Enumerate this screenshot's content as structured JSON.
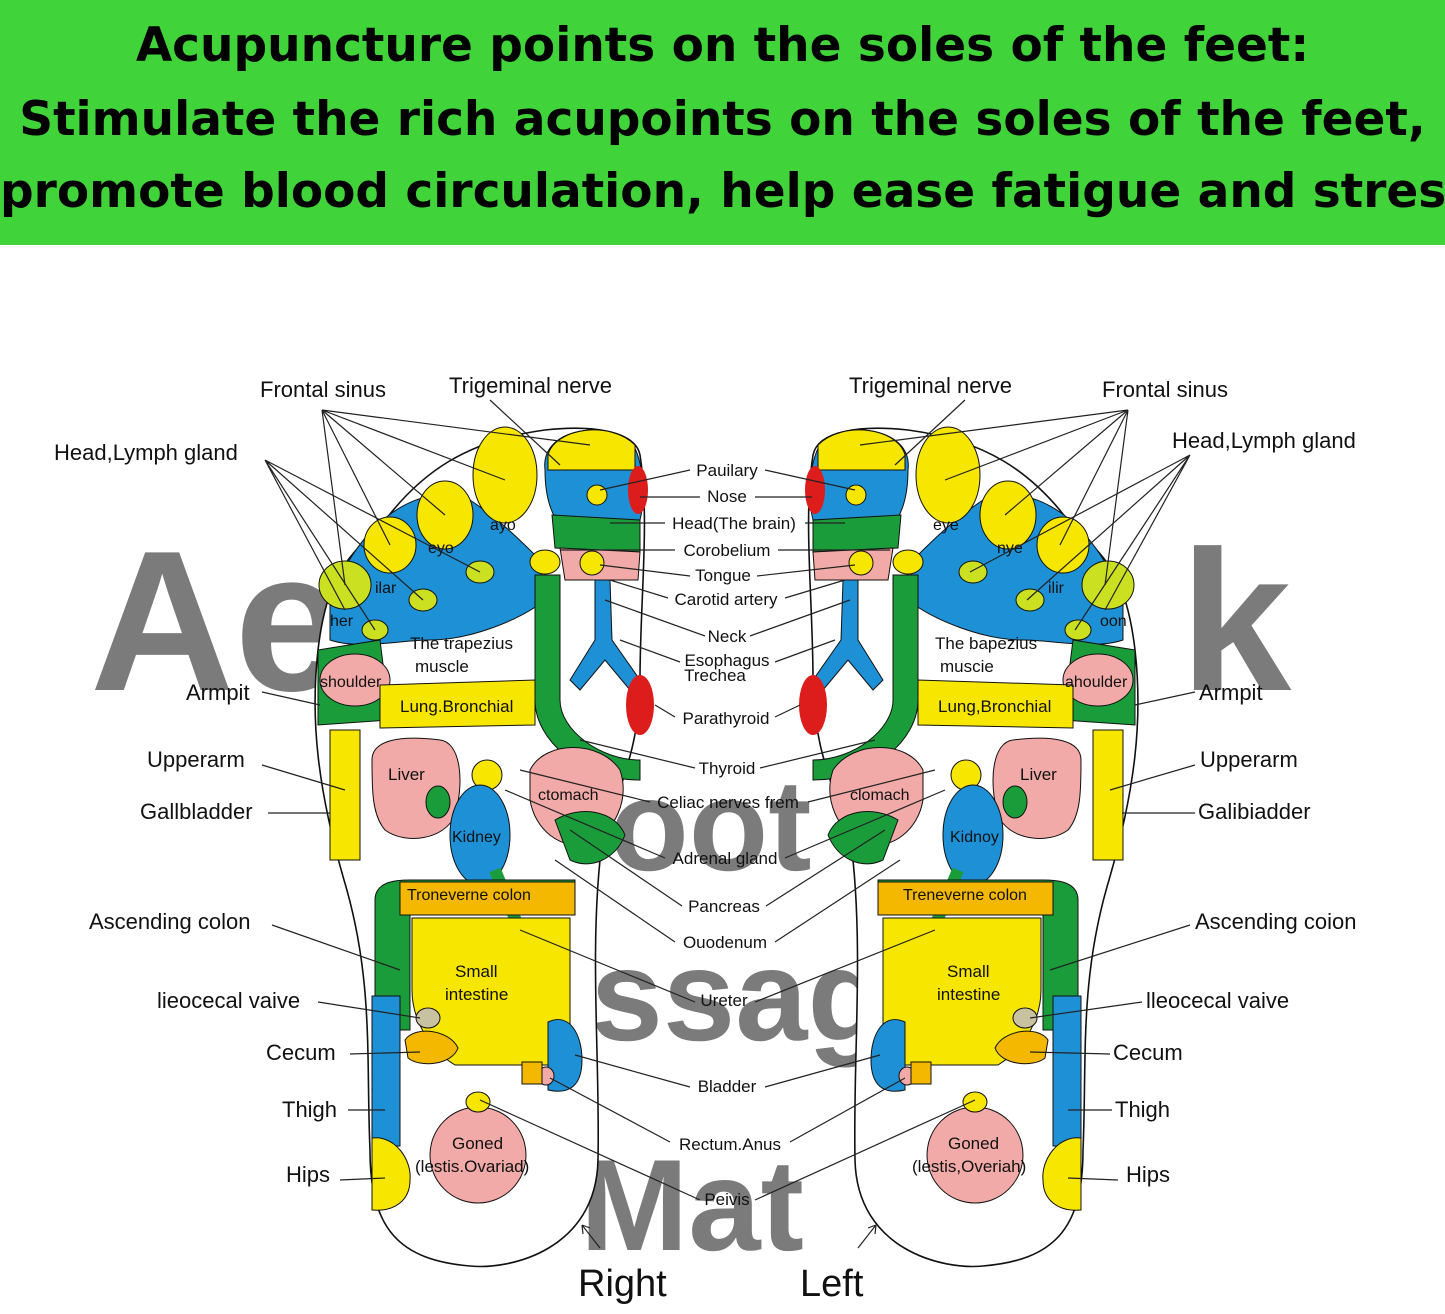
{
  "banner": {
    "lines": [
      "Acupuncture points on the soles of the feet:",
      "Stimulate the rich acupoints on the soles of the feet,",
      "promote blood circulation, help ease fatigue and stress."
    ],
    "color": "#41d33a"
  },
  "watermark": [
    "Ae",
    "k",
    "Foot",
    "Massage",
    "Mat"
  ],
  "colors": {
    "blue": "#1e90d6",
    "yellow": "#f7e600",
    "green": "#1a9c3a",
    "pink": "#f1aaa8",
    "red": "#dd1c1c",
    "orange": "#f5b800"
  },
  "left_labels": {
    "frontal_sinus": "Frontal sinus",
    "trigeminal_nerve": "Trigeminal nerve",
    "head_lymph": "Head,Lymph gland",
    "armpit": "Armpit",
    "upperarm": "Upperarm",
    "gallbladder": "Gallbladder",
    "ascending_colon": "Ascending colon",
    "ileocecal": "lieocecal vaive",
    "cecum": "Cecum",
    "thigh": "Thigh",
    "hips": "Hips"
  },
  "right_labels": {
    "trigeminal_nerve": "Trigeminal nerve",
    "frontal_sinus": "Frontal sinus",
    "head_lymph": "Head,Lymph gland",
    "armpit": "Armpit",
    "upperarm": "Upperarm",
    "gallbladder": "Galibiadder",
    "ascending_colon": "Ascending coion",
    "ileocecal": "lleocecal vaive",
    "cecum": "Cecum",
    "thigh": "Thigh",
    "hips": "Hips"
  },
  "center_labels": [
    "Pauilary",
    "Nose",
    "Head(The brain)",
    "Corobelium",
    "Tongue",
    "Carotid artery",
    "Neck",
    "Esophagus",
    "Trechea",
    "Parathyroid",
    "Thyroid",
    "Celiac nerves frem",
    "Adrenal gland",
    "Pancreas",
    "Ouodenum",
    "Ureter",
    "Bladder",
    "Rectum.Anus",
    "Peivis"
  ],
  "right_foot": {
    "eye": "ayo",
    "eye2": "eyo",
    "ear": "ilar",
    "other": "her",
    "trapezius": [
      "The trapezius",
      "muscle"
    ],
    "shoulder": "shoulder",
    "lung": "Lung.Bronchial",
    "liver": "Liver",
    "stomach": "ctomach",
    "kidney": "Kidney",
    "colon": "Troneverne colon",
    "small_intestine": [
      "Small",
      "intestine"
    ],
    "gonad": [
      "Goned",
      "(lestis.Ovariad)"
    ]
  },
  "left_foot": {
    "eye": "eye",
    "eye2": "nye",
    "ear": "ilir",
    "other": "oon",
    "trapezius": [
      "The bapezius",
      "muscie"
    ],
    "shoulder": "ahoulder",
    "lung": "Lung,Bronchial",
    "liver": "Liver",
    "stomach": "clomach",
    "kidney": "Kidnoy",
    "colon": "Treneverne colon",
    "small_intestine": [
      "Small",
      "intestine"
    ],
    "gonad": [
      "Goned",
      "(lestis,Overiah)"
    ]
  },
  "foot_names": {
    "right": "Right",
    "left": "Left"
  }
}
